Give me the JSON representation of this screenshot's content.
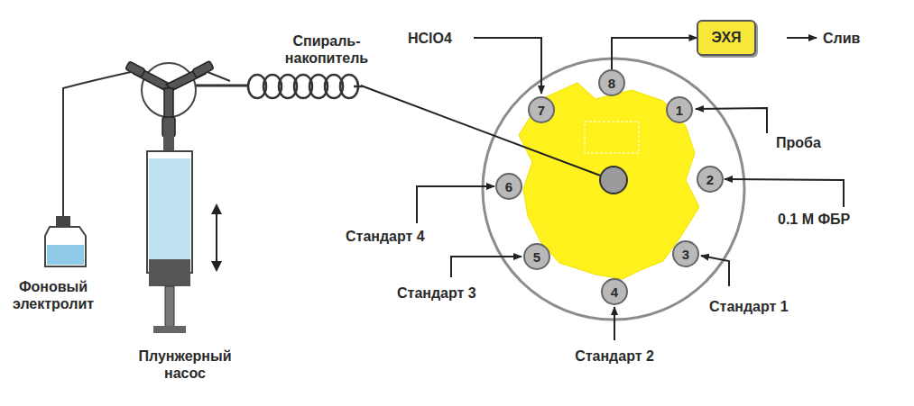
{
  "diagram": {
    "nodes": [
      {
        "text": [
          "1"
        ]
      },
      {
        "text": [
          "2"
        ]
      },
      {
        "text": [
          "3"
        ]
      },
      {
        "text": [
          "4"
        ]
      },
      {
        "text": [
          "5"
        ]
      },
      {
        "text": [
          "6"
        ]
      },
      {
        "text": [
          "7"
        ]
      },
      {
        "text": [
          "8"
        ]
      },
      {
        "text": [
          "ЭХЯ"
        ]
      }
    ],
    "edges": [
      {
        "from": 7,
        "to": 8,
        "arrow": "to"
      }
    ],
    "labels": [
      "Спираль- накопитель",
      "HClO4",
      "Проба",
      "0.1 М ФБР",
      "Стандарт 1",
      "Стандарт 2",
      "Стандарт 3",
      "Стандарт 4",
      "Слив",
      "Фоновый электролит",
      "Плунжерный насос"
    ]
  }
}
